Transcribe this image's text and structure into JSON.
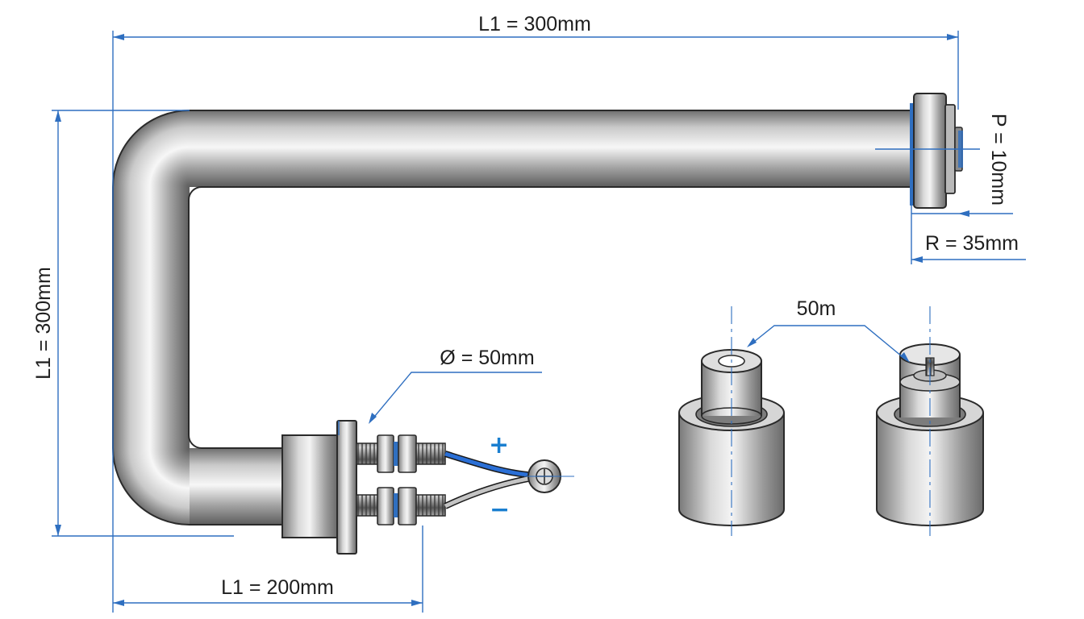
{
  "dimensions": {
    "top_length": "L1 = 300mm",
    "side_length": "L1 = 300mm",
    "bottom_length": "L1 = 200mm",
    "pitch": "P = 10mm",
    "radius": "R = 35mm",
    "diameter": "Ø = 50mm",
    "detail_size": "50m"
  },
  "terminals": {
    "positive": "+",
    "negative": "−"
  },
  "colors": {
    "dimension_line": "#2f6fc0",
    "positive_wire": "#2a6fd6",
    "negative_wire": "#b9b9b9",
    "metal": "#a9a9a9"
  }
}
